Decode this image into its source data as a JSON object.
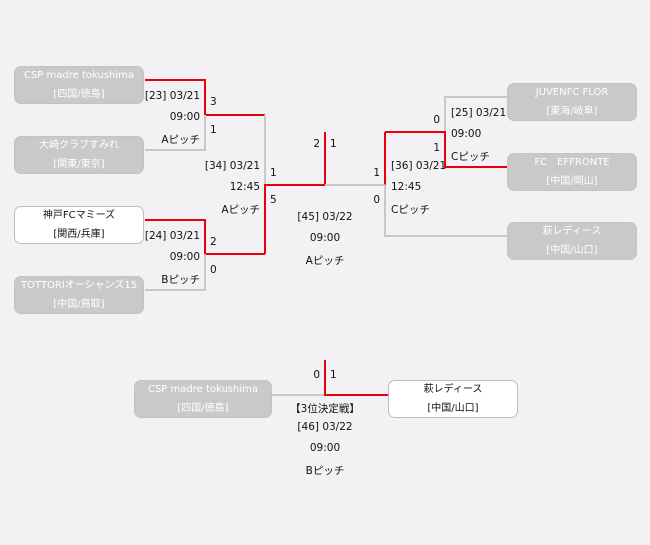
{
  "colors": {
    "background": "#f3f1f4",
    "winner_line": "#e8000b",
    "loser_line": "#c8c8c8",
    "lost_box": "#c9cac7",
    "won_box": "#ffffff"
  },
  "teams": {
    "csp": {
      "name": "CSP madre tokushima",
      "region": "[四国/徳島]"
    },
    "osaki": {
      "name": "大崎クラブすみれ",
      "region": "[関東/東京]"
    },
    "kobe": {
      "name": "神戸FCマミーズ",
      "region": "[関西/兵庫]"
    },
    "tottori": {
      "name": "TOTTORIオーシャンズ15",
      "region": "[中国/鳥取]"
    },
    "juven": {
      "name": "JUVENFC FLOR",
      "region": "[東海/岐阜]"
    },
    "effronte": {
      "name": "FC　EFFRONTE",
      "region": "[中国/岡山]"
    },
    "hagi": {
      "name": "萩レディース",
      "region": "[中国/山口]"
    },
    "third_csp": {
      "name": "CSP madre tokushima",
      "region": "[四国/徳島]"
    },
    "third_hagi": {
      "name": "萩レディース",
      "region": "[中国/山口]"
    }
  },
  "matches": {
    "m23": {
      "id_date": "[23] 03/21",
      "time": "09:00",
      "pitch": "Aピッチ",
      "score_top": "3",
      "score_bottom": "1"
    },
    "m24": {
      "id_date": "[24] 03/21",
      "time": "09:00",
      "pitch": "Bピッチ",
      "score_top": "2",
      "score_bottom": "0"
    },
    "m34": {
      "id_date": "[34] 03/21",
      "time": "12:45",
      "pitch": "Aピッチ",
      "score_top": "1",
      "score_bottom": "5"
    },
    "m25": {
      "id_date": "[25] 03/21",
      "time": "09:00",
      "pitch": "Cピッチ",
      "score_top": "0",
      "score_bottom": "1"
    },
    "m36": {
      "id_date": "[36] 03/21",
      "time": "12:45",
      "pitch": "Cピッチ",
      "score_top": "1",
      "score_bottom": "0"
    },
    "m45": {
      "id_date": "[45] 03/22",
      "time": "09:00",
      "pitch": "Aピッチ",
      "score_left": "2",
      "score_right": "1"
    },
    "m46": {
      "title": "【3位決定戦】",
      "id_date": "[46] 03/22",
      "time": "09:00",
      "pitch": "Bピッチ",
      "score_left": "0",
      "score_right": "1"
    }
  }
}
